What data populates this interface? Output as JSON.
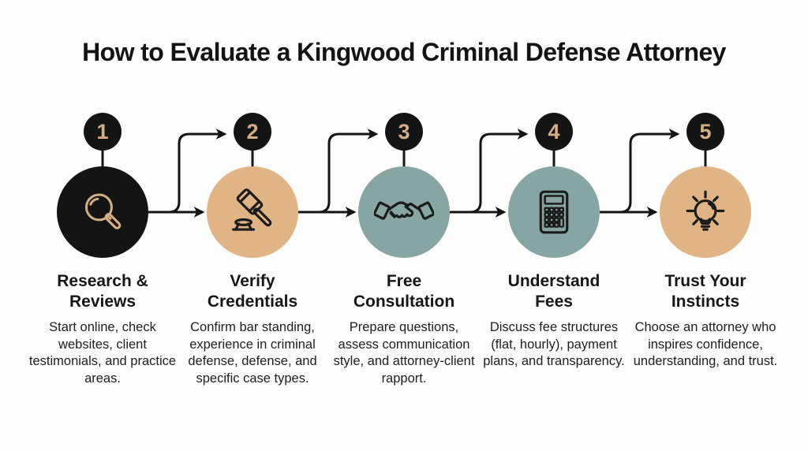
{
  "header": {
    "title": "How to Evaluate a Kingwood Criminal Defense Attorney"
  },
  "colors": {
    "background": "#fdfdfd",
    "badge_bg": "#141414",
    "step_number": "#d6ae83",
    "black_circle": "#141414",
    "tan_circle": "#e0b484",
    "teal_circle": "#87a6a3",
    "icon_stroke_dark": "#1b1b1b",
    "icon_stroke_tan": "#d6ae83",
    "connector": "#141414",
    "text": "#161616"
  },
  "steps": [
    {
      "number": "1",
      "icon": "magnifier-icon",
      "circle_color": "#141414",
      "title_line1": "Research &",
      "title_line2": "Reviews",
      "description": "Start online, check websites, client testimonials, and practice areas."
    },
    {
      "number": "2",
      "icon": "gavel-icon",
      "circle_color": "#e0b484",
      "title_line1": "Verify",
      "title_line2": "Credentials",
      "description": "Confirm bar standing, experience in criminal defense, defense, and specific case types."
    },
    {
      "number": "3",
      "icon": "handshake-icon",
      "circle_color": "#87a6a3",
      "title_line1": "Free",
      "title_line2": "Consultation",
      "description": "Prepare questions, assess communication style, and attorney-client rapport."
    },
    {
      "number": "4",
      "icon": "calculator-icon",
      "circle_color": "#87a6a3",
      "title_line1": "Understand",
      "title_line2": "Fees",
      "description": "Discuss fee structures (flat, hourly), payment plans, and transparency."
    },
    {
      "number": "5",
      "icon": "lightbulb-icon",
      "circle_color": "#e0b484",
      "title_line1": "Trust Your",
      "title_line2": "Instincts",
      "description": "Choose an attorney who inspires confidence, understanding, and trust."
    }
  ]
}
